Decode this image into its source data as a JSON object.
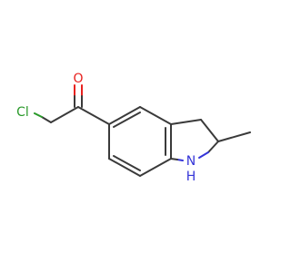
{
  "molecule": {
    "atoms": {
      "oxygen": "O",
      "chlorine": "Cl",
      "nitrogen": "N",
      "hydrogen": "H"
    },
    "colors": {
      "bond": "#3a3a3a",
      "oxygen": "#e8211e",
      "chlorine": "#2a9a2a",
      "nitrogen": "#3535d8"
    }
  }
}
